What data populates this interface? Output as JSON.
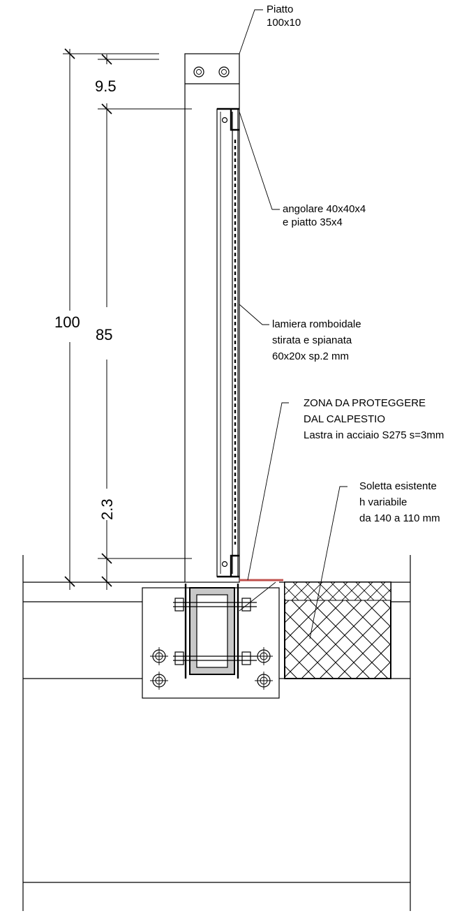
{
  "dimensions": {
    "d_9_5": "9.5",
    "d_100": "100",
    "d_85": "85",
    "d_2_3": "2.3"
  },
  "labels": {
    "piatto": [
      "Piatto",
      "100x10"
    ],
    "angolare": [
      "angolare 40x40x4",
      "e piatto 35x4"
    ],
    "lamiera": [
      "lamiera romboidale",
      "stirata e spianata",
      "60x20x sp.2 mm"
    ],
    "zona": [
      "ZONA DA PROTEGGERE",
      "DAL CALPESTIO",
      "Lastra in acciaio S275 s=3mm"
    ],
    "soletta": [
      "Soletta esistente",
      "h variabile",
      "da 140 a 110 mm"
    ]
  },
  "colors": {
    "line": "#000000",
    "protection_plate": "#c0504d",
    "tube_fill": "#c8c8c8"
  }
}
